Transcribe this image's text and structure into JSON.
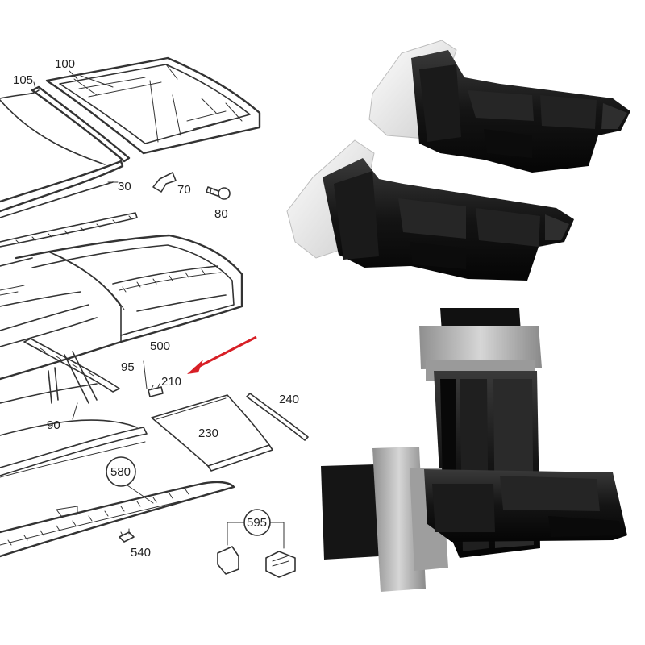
{
  "diagram": {
    "part_labels": {
      "p100": "100",
      "p105": "105",
      "p30": "30",
      "p70": "70",
      "p80": "80",
      "p500": "500",
      "p95": "95",
      "p210": "210",
      "p240": "240",
      "p90": "90",
      "p230": "230",
      "p580": "580",
      "p540": "540",
      "p595": "595"
    },
    "highlighted_part": "210"
  },
  "colors": {
    "arrow": "#d81f26",
    "line": "#333333",
    "part_black": "#151515",
    "part_grey": "#cfcfcf",
    "part_white": "#f2f2f2"
  }
}
